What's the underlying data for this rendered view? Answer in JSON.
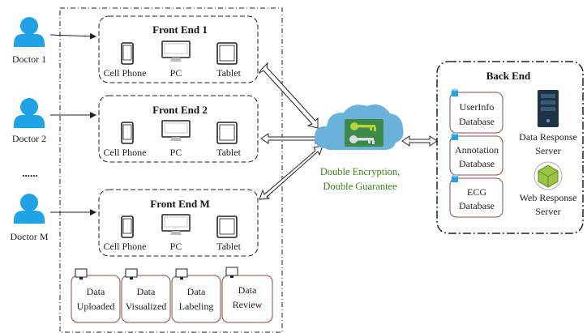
{
  "doctors": [
    {
      "label": "Doctor 1"
    },
    {
      "label": "Doctor 2"
    },
    {
      "label": "......"
    },
    {
      "label": "Doctor M"
    }
  ],
  "frontends": [
    {
      "title": "Front End 1",
      "devices": [
        "Cell Phone",
        "PC",
        "Tablet"
      ]
    },
    {
      "title": "Front End 2",
      "devices": [
        "Cell Phone",
        "PC",
        "Tablet"
      ]
    },
    {
      "title": "Front End M",
      "devices": [
        "Cell Phone",
        "PC",
        "Tablet"
      ]
    }
  ],
  "functions": [
    {
      "line1": "Data",
      "line2": "Uploaded"
    },
    {
      "line1": "Data",
      "line2": "Visualized"
    },
    {
      "line1": "Data",
      "line2": "Labeling"
    },
    {
      "line1": "Data",
      "line2": "Review"
    }
  ],
  "encryption": {
    "line1": "Double Encryption,",
    "line2": "Double Guarantee"
  },
  "backend": {
    "title": "Back End",
    "databases": [
      {
        "line1": "UserInfo",
        "line2": "Database"
      },
      {
        "line1": "Annotation",
        "line2": "Database"
      },
      {
        "line1": "ECG",
        "line2": "Database"
      }
    ],
    "servers": [
      {
        "line1": "Data Response",
        "line2": "Server"
      },
      {
        "line1": "Web Response",
        "line2": "Server"
      }
    ]
  },
  "colors": {
    "person": "#1fa3e6",
    "cloud": "#6ab2da",
    "key_panel": "#3b8a4a",
    "key": "#b8d23a",
    "caption": "#3f7f1f",
    "db_border": "#8b4a4a",
    "db_icon": "#1fa3e6",
    "server": "#1f3347",
    "web_server": "#9ac645"
  }
}
